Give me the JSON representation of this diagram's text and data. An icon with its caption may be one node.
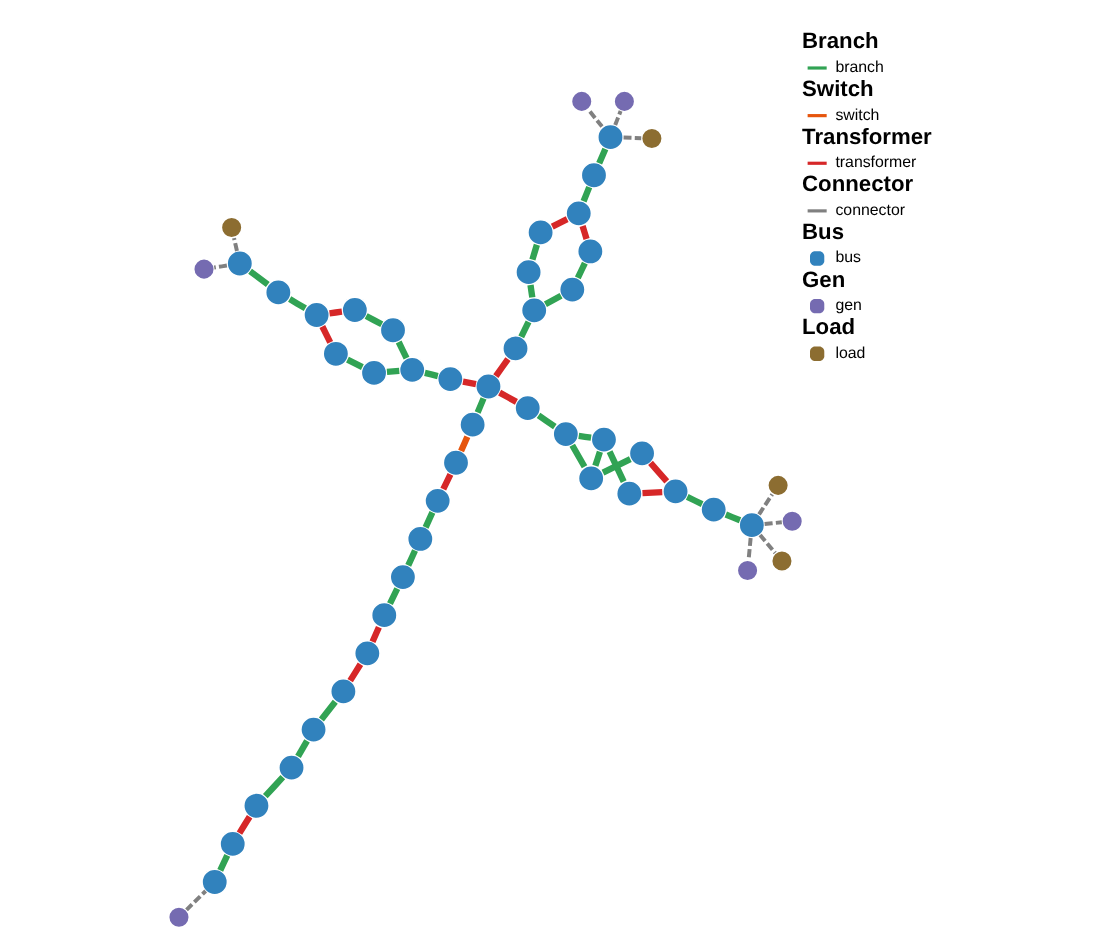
{
  "diagram": {
    "nodes": [
      {
        "text": [],
        "shape": "circle"
      },
      {
        "text": [],
        "shape": "circle"
      },
      {
        "text": [],
        "shape": "circle"
      },
      {
        "text": [],
        "shape": "circle"
      },
      {
        "text": [],
        "shape": "circle"
      },
      {
        "text": [],
        "shape": "circle"
      },
      {
        "text": [],
        "shape": "circle"
      },
      {
        "text": [],
        "shape": "circle"
      },
      {
        "text": [],
        "shape": "circle"
      },
      {
        "text": [],
        "shape": "circle"
      },
      {
        "text": [],
        "shape": "circle"
      },
      {
        "text": [],
        "shape": "circle"
      },
      {
        "text": [],
        "shape": "circle"
      },
      {
        "text": [],
        "shape": "circle"
      },
      {
        "text": [],
        "shape": "circle"
      },
      {
        "text": [],
        "shape": "circle"
      },
      {
        "text": [],
        "shape": "circle"
      },
      {
        "text": [],
        "shape": "circle"
      },
      {
        "text": [],
        "shape": "circle"
      },
      {
        "text": [],
        "shape": "circle"
      },
      {
        "text": [],
        "shape": "circle"
      },
      {
        "text": [],
        "shape": "circle"
      },
      {
        "text": [],
        "shape": "circle"
      },
      {
        "text": [],
        "shape": "circle"
      },
      {
        "text": [],
        "shape": "circle"
      },
      {
        "text": [],
        "shape": "circle"
      },
      {
        "text": [],
        "shape": "circle"
      },
      {
        "text": [],
        "shape": "circle"
      },
      {
        "text": [],
        "shape": "circle"
      },
      {
        "text": [],
        "shape": "circle"
      },
      {
        "text": [],
        "shape": "circle"
      },
      {
        "text": [],
        "shape": "circle"
      },
      {
        "text": [],
        "shape": "circle"
      },
      {
        "text": [],
        "shape": "circle"
      },
      {
        "text": [],
        "shape": "circle"
      },
      {
        "text": [],
        "shape": "circle"
      },
      {
        "text": [],
        "shape": "circle"
      },
      {
        "text": [],
        "shape": "circle"
      },
      {
        "text": [],
        "shape": "circle"
      },
      {
        "text": [],
        "shape": "circle"
      },
      {
        "text": [],
        "shape": "circle"
      },
      {
        "text": [],
        "shape": "circle"
      },
      {
        "text": [],
        "shape": "circle"
      },
      {
        "text": [],
        "shape": "circle"
      },
      {
        "text": [],
        "shape": "circle"
      },
      {
        "text": [],
        "shape": "circle"
      },
      {
        "text": [],
        "shape": "circle"
      },
      {
        "text": [],
        "shape": "circle"
      },
      {
        "text": [],
        "shape": "circle"
      },
      {
        "text": [],
        "shape": "circle"
      },
      {
        "text": [],
        "shape": "circle"
      }
    ],
    "edges": [
      {
        "from": 0,
        "to": 1,
        "arrow": "none",
        "style": "dashed",
        "color": "#808080"
      },
      {
        "from": 1,
        "to": 2,
        "arrow": "none"
      },
      {
        "from": 2,
        "to": 3,
        "arrow": "none",
        "color": "#d62728"
      },
      {
        "from": 3,
        "to": 4,
        "arrow": "none"
      },
      {
        "from": 4,
        "to": 5,
        "arrow": "none"
      },
      {
        "from": 5,
        "to": 6,
        "arrow": "none"
      },
      {
        "from": 6,
        "to": 7,
        "arrow": "none",
        "color": "#d62728"
      },
      {
        "from": 7,
        "to": 8,
        "arrow": "none",
        "color": "#d62728"
      },
      {
        "from": 8,
        "to": 9,
        "arrow": "none"
      },
      {
        "from": 9,
        "to": 10,
        "arrow": "none"
      },
      {
        "from": 10,
        "to": 11,
        "arrow": "none"
      },
      {
        "from": 11,
        "to": 12,
        "arrow": "none",
        "color": "#d62728"
      },
      {
        "from": 12,
        "to": 13,
        "arrow": "none",
        "color": "#e6550d"
      },
      {
        "from": 13,
        "to": 14,
        "arrow": "none"
      },
      {
        "from": 14,
        "to": 15,
        "arrow": "none",
        "color": "#d62728"
      },
      {
        "from": 15,
        "to": 16,
        "arrow": "none"
      },
      {
        "from": 16,
        "to": 17,
        "arrow": "none"
      },
      {
        "from": 16,
        "to": 18,
        "arrow": "none"
      },
      {
        "from": 17,
        "to": 20,
        "arrow": "none"
      },
      {
        "from": 18,
        "to": 19,
        "arrow": "none"
      },
      {
        "from": 19,
        "to": 21,
        "arrow": "none",
        "color": "#d62728"
      },
      {
        "from": 20,
        "to": 21,
        "arrow": "none",
        "color": "#d62728"
      },
      {
        "from": 21,
        "to": 22,
        "arrow": "none"
      },
      {
        "from": 22,
        "to": 23,
        "arrow": "none"
      },
      {
        "from": 23,
        "to": 24,
        "arrow": "none",
        "style": "dashed",
        "color": "#808080"
      },
      {
        "from": 23,
        "to": 25,
        "arrow": "none",
        "style": "dashed",
        "color": "#808080"
      },
      {
        "from": 14,
        "to": 26,
        "arrow": "none",
        "color": "#d62728"
      },
      {
        "from": 26,
        "to": 27,
        "arrow": "none"
      },
      {
        "from": 27,
        "to": 28,
        "arrow": "none"
      },
      {
        "from": 27,
        "to": 29,
        "arrow": "none"
      },
      {
        "from": 28,
        "to": 31,
        "arrow": "none"
      },
      {
        "from": 29,
        "to": 30,
        "arrow": "none"
      },
      {
        "from": 30,
        "to": 32,
        "arrow": "none",
        "color": "#d62728"
      },
      {
        "from": 31,
        "to": 32,
        "arrow": "none",
        "color": "#d62728"
      },
      {
        "from": 32,
        "to": 33,
        "arrow": "none"
      },
      {
        "from": 33,
        "to": 34,
        "arrow": "none"
      },
      {
        "from": 34,
        "to": 35,
        "arrow": "none",
        "style": "dashed",
        "color": "#808080"
      },
      {
        "from": 34,
        "to": 36,
        "arrow": "none",
        "style": "dashed",
        "color": "#808080"
      },
      {
        "from": 34,
        "to": 37,
        "arrow": "none",
        "style": "dashed",
        "color": "#808080"
      },
      {
        "from": 14,
        "to": 38,
        "arrow": "none",
        "color": "#d62728"
      },
      {
        "from": 38,
        "to": 39,
        "arrow": "none"
      },
      {
        "from": 39,
        "to": 40,
        "arrow": "none"
      },
      {
        "from": 39,
        "to": 41,
        "arrow": "none"
      },
      {
        "from": 40,
        "to": 41,
        "arrow": "none"
      },
      {
        "from": 40,
        "to": 42,
        "arrow": "none"
      },
      {
        "from": 41,
        "to": 43,
        "arrow": "none"
      },
      {
        "from": 42,
        "to": 44,
        "arrow": "none",
        "color": "#d62728"
      },
      {
        "from": 43,
        "to": 44,
        "arrow": "none",
        "color": "#d62728"
      },
      {
        "from": 44,
        "to": 45,
        "arrow": "none"
      },
      {
        "from": 45,
        "to": 46,
        "arrow": "none"
      },
      {
        "from": 46,
        "to": 47,
        "arrow": "none",
        "style": "dashed",
        "color": "#808080"
      },
      {
        "from": 46,
        "to": 48,
        "arrow": "none",
        "style": "dashed",
        "color": "#808080"
      },
      {
        "from": 46,
        "to": 49,
        "arrow": "none",
        "style": "dashed",
        "color": "#808080"
      },
      {
        "from": 46,
        "to": 50,
        "arrow": "none",
        "style": "dashed",
        "color": "#808080"
      }
    ],
    "labels": [
      "Branch",
      "Switch",
      "Transformer",
      "Connector",
      "Bus",
      "Gen",
      "Load"
    ],
    "legend": [
      {
        "text": "branch"
      },
      {
        "text": "switch"
      },
      {
        "text": "transformer"
      },
      {
        "text": "connector"
      },
      {
        "text": "bus",
        "color": "#3182bd"
      },
      {
        "text": "gen",
        "color": "#756bb1"
      },
      {
        "text": "load",
        "color": "#8c6d31"
      }
    ]
  }
}
